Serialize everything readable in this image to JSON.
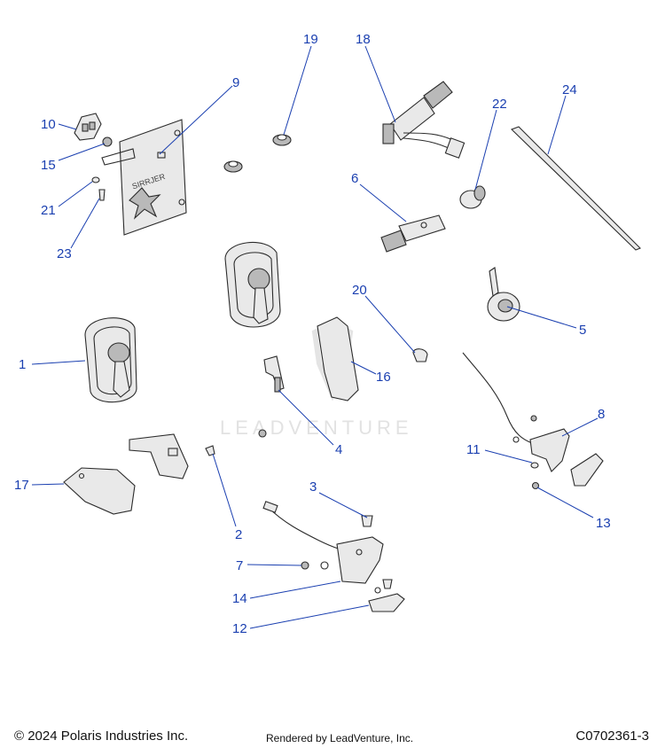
{
  "watermark": "LEADVENTURE",
  "logo_text": "SIRRJER",
  "footer": {
    "copyright": "© 2024 Polaris Industries Inc.",
    "rendered_by": "Rendered by LeadVenture, Inc.",
    "diagram_code": "C0702361-3"
  },
  "callouts": [
    "1",
    "2",
    "3",
    "4",
    "5",
    "6",
    "7",
    "8",
    "9",
    "10",
    "11",
    "12",
    "13",
    "14",
    "15",
    "16",
    "17",
    "18",
    "19",
    "20",
    "21",
    "22",
    "23",
    "24"
  ],
  "colors": {
    "callout": "#1a3fb0",
    "outline": "#2b2b2b"
  }
}
